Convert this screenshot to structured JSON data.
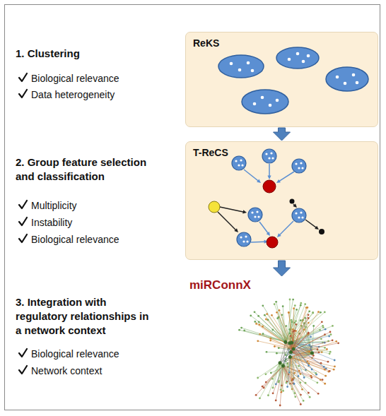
{
  "diagram": {
    "nodes": [
      {
        "text": [
          "ReKS"
        ]
      },
      {
        "text": [
          "T-ReCS"
        ]
      },
      {
        "text": [
          "miRConnX"
        ]
      }
    ],
    "edges": [
      {
        "from": 0,
        "to": 1,
        "arrow": "to"
      },
      {
        "from": 1,
        "to": 2,
        "arrow": "to"
      }
    ],
    "labels": [
      "1. Clustering",
      "Biological relevance",
      "Data heterogeneity",
      "2. Group feature selection and classification",
      "Multiplicity",
      "Instability",
      "Biological relevance",
      "3. Integration with regulatory relationships in a network context",
      "Biological relevance",
      "Network context"
    ]
  }
}
